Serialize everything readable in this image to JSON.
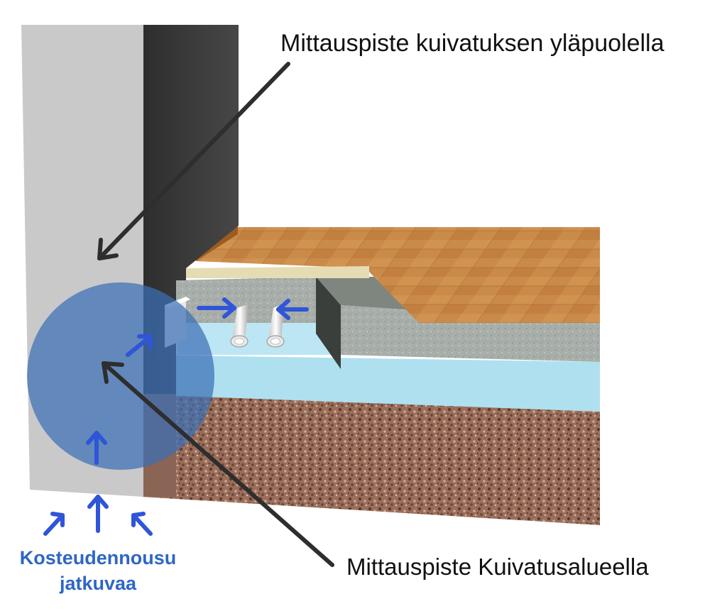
{
  "labels": {
    "measurement_above_drying": "Mittauspiste kuivatuksen yläpuolella",
    "measurement_in_drying_area": "Mittauspiste Kuivatusalueella",
    "moisture_rise_line1": "Kosteudennousu",
    "moisture_rise_line2": "jatkuvaa"
  },
  "colors": {
    "wall_light": "#c9c9c9",
    "wall_dark": "#3a3a3a",
    "parquet": "#c98a4a",
    "insulation": "#a4aaa5",
    "concrete": "#aee0f0",
    "gravel": "#9a6e5a",
    "zone_circle": "#3c6fb5",
    "flow_arrows": "#2f55d8",
    "label_blue": "#2f66c6",
    "pointer_arrows": "#2e2e2e"
  },
  "icons": {
    "moisture_arrows": "arrow-up-icon",
    "inflow_arrows": "arrow-right-icon",
    "pointer_arrows": "arrow-diagonal-icon"
  }
}
